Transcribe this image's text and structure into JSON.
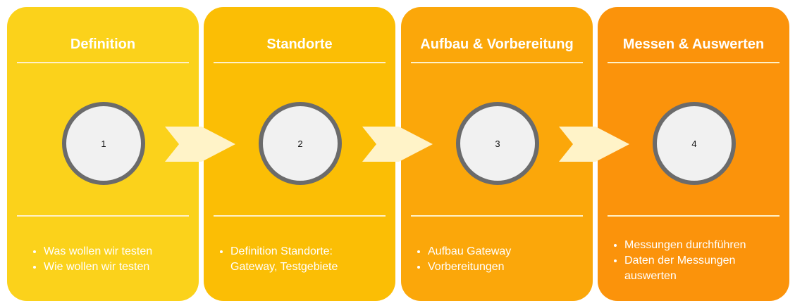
{
  "steps": [
    {
      "title": "Definition",
      "number": "1",
      "color": "#fbd21b",
      "items": [
        "Was wollen wir testen",
        "Wie wollen wir testen"
      ]
    },
    {
      "title": "Standorte",
      "number": "2",
      "color": "#fbbe05",
      "items": [
        "Definition Standorte: Gateway, Testgebiete"
      ]
    },
    {
      "title": "Aufbau & Vorbereitung",
      "number": "3",
      "color": "#fba70a",
      "items": [
        "Aufbau Gateway",
        "Vorbereitungen"
      ]
    },
    {
      "title": "Messen & Auswerten",
      "number": "4",
      "color": "#fb930b",
      "items": [
        "Messungen durchführen",
        "Daten der Messungen auswerten"
      ]
    }
  ],
  "arrow_color": "#fff3c8"
}
